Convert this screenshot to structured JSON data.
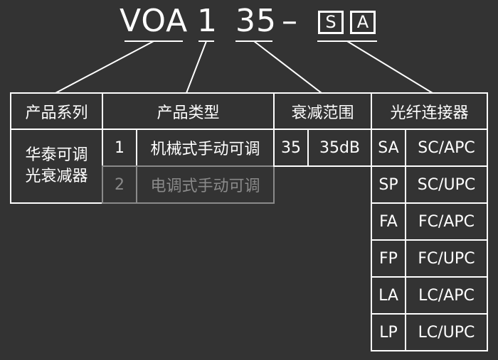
{
  "title": {
    "prefix": "VOA",
    "type_code": "1",
    "range_code": "35",
    "dash": "–",
    "conn_a": "S",
    "conn_b": "A"
  },
  "headers": {
    "series": "产品系列",
    "type": "产品类型",
    "range": "衰减范围",
    "connector": "光纤连接器"
  },
  "series_value_line1": "华泰可调",
  "series_value_line2": "光衰减器",
  "types": [
    {
      "code": "1",
      "label": "机械式手动可调"
    },
    {
      "code": "2",
      "label": "电调式手动可调"
    }
  ],
  "ranges": [
    {
      "code": "35",
      "label": "35dB"
    }
  ],
  "connectors": [
    {
      "code": "SA",
      "label": "SC/APC"
    },
    {
      "code": "SP",
      "label": "SC/UPC"
    },
    {
      "code": "FA",
      "label": "FC/APC"
    },
    {
      "code": "FP",
      "label": "FC/UPC"
    },
    {
      "code": "LA",
      "label": "LC/APC"
    },
    {
      "code": "LP",
      "label": "LC/UPC"
    }
  ],
  "colors": {
    "background": "#333333",
    "line": "#ffffff",
    "disabled": "#8a8a8a"
  }
}
